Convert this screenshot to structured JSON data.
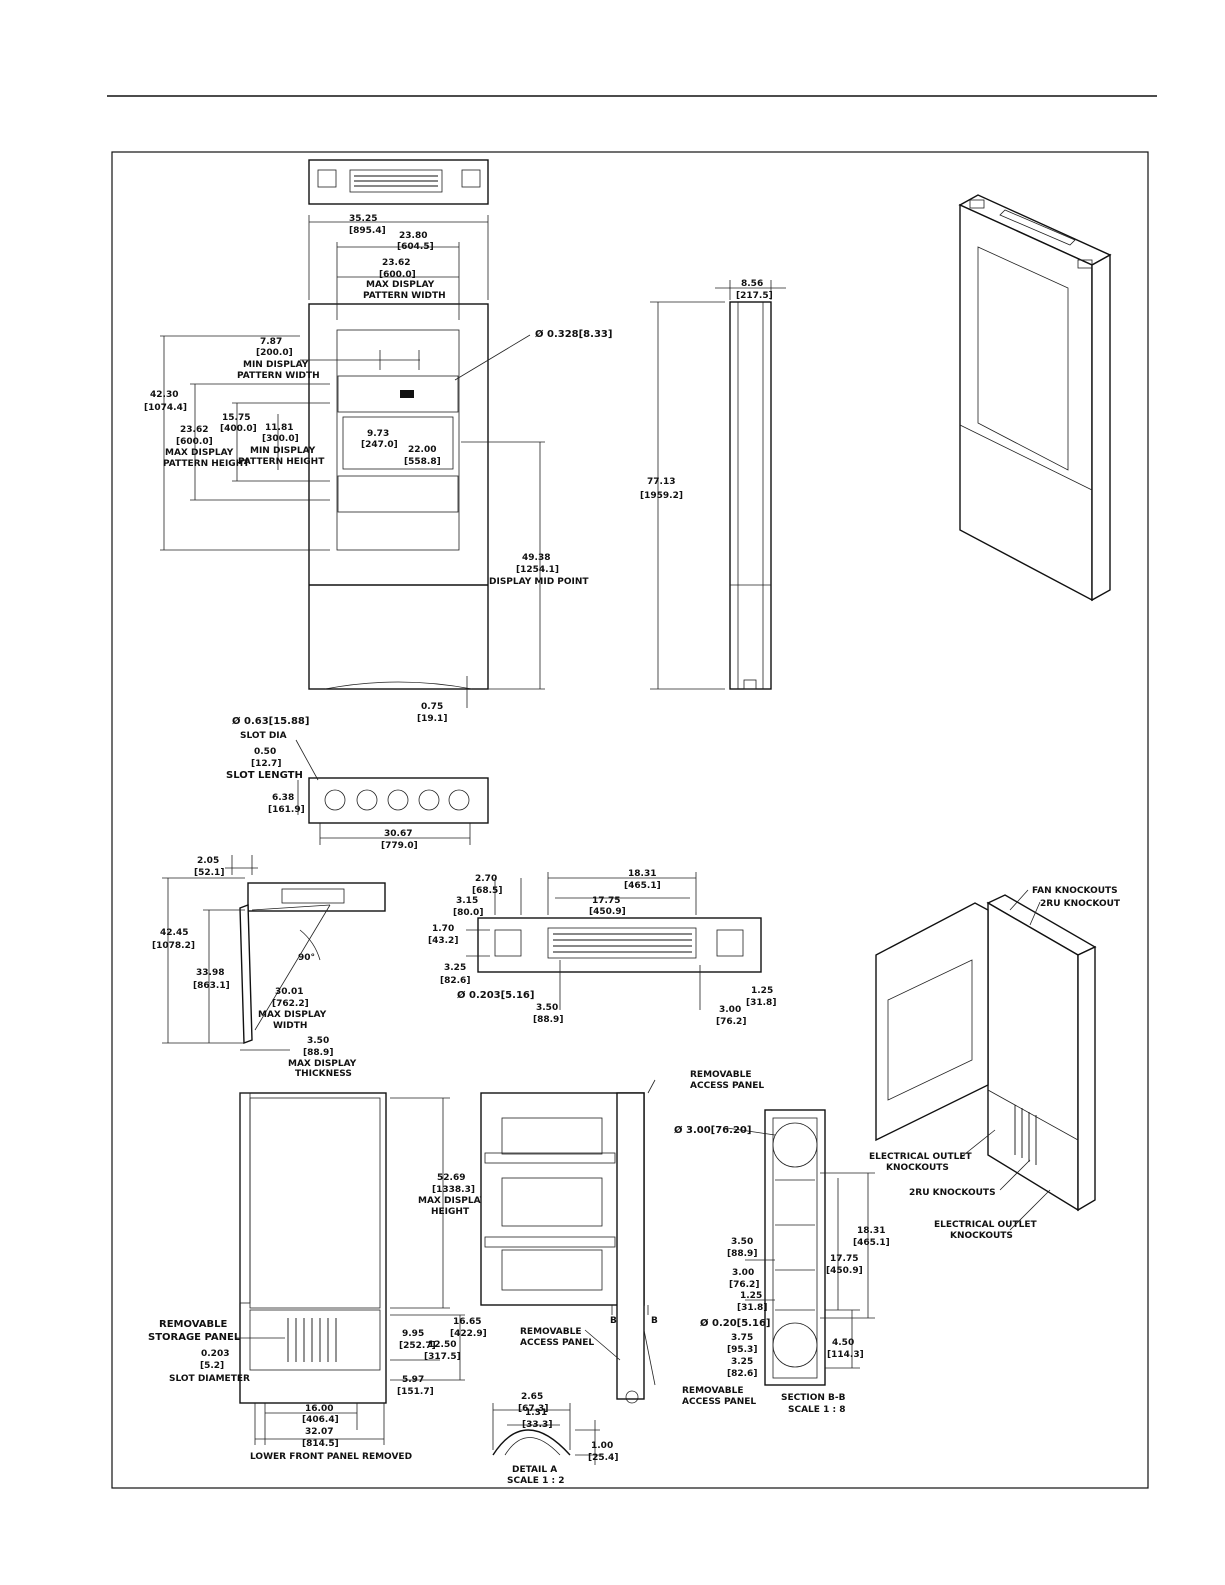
{
  "dims": {
    "top_w": "35.25",
    "top_w_mm": "[895.4]",
    "w238": "23.80",
    "w238_mm": "[604.5]",
    "w2362": "23.62",
    "w2362_mm": "[600.0]",
    "max_disp_w_1": "MAX DISPLAY",
    "max_disp_w_2": "PATTERN WIDTH",
    "min_w": "7.87",
    "min_w_mm": "[200.0]",
    "min_disp_w_1": "MIN DISPLAY",
    "min_disp_w_2": "PATTERN WIDTH",
    "hole": "0.328[8.33]",
    "h4230": "42.30",
    "h4230_mm": "[1074.4]",
    "h2362": "23.62",
    "h2362_mm": "[600.0]",
    "max_disp_h_1": "MAX DISPLAY",
    "max_disp_h_2": "PATTERN HEIGHT",
    "h1575": "15.75",
    "h1575_mm": "[400.0]",
    "h1181": "11.81",
    "h1181_mm": "[300.0]",
    "min_disp_h_1": "MIN DISPLAY",
    "min_disp_h_2": "PATTERN HEIGHT",
    "w973": "9.73",
    "w973_mm": "[247.0]",
    "w2200": "22.00",
    "w2200_mm": "[558.8]",
    "h4938": "49.38",
    "h4938_mm": "[1254.1]",
    "mid": "DISPLAY MID POINT",
    "h075": "0.75",
    "h075_mm": "[19.1]",
    "d856": "8.56",
    "d856_mm": "[217.5]",
    "h7713": "77.13",
    "h7713_mm": "[1959.2]",
    "slot_dia": "0.63[15.88]",
    "slot_dia_lbl": "SLOT DIA",
    "slot_len": "0.50",
    "slot_len_mm": "[12.7]",
    "slot_len_lbl": "SLOT LENGTH",
    "b638": "6.38",
    "b638_mm": "[161.9]",
    "b3067": "30.67",
    "b3067_mm": "[779.0]",
    "s205": "2.05",
    "s205_mm": "[52.1]",
    "s4245": "42.45",
    "s4245_mm": "[1078.2]",
    "s3398": "33.98",
    "s3398_mm": "[863.1]",
    "angle": "90°",
    "s3001": "30.01",
    "s3001_mm": "[762.2]",
    "s_maxw_1": "MAX DISPLAY",
    "s_maxw_2": "WIDTH",
    "s350": "3.50",
    "s350_mm": "[88.9]",
    "s_maxt_1": "MAX DISPLAY",
    "s_maxt_2": "THICKNESS",
    "t270": "2.70",
    "t270_mm": "[68.5]",
    "t1831": "18.31",
    "t1831_mm": "[465.1]",
    "t315": "3.15",
    "t315_mm": "[80.0]",
    "t1775": "17.75",
    "t1775_mm": "[450.9]",
    "t170": "1.70",
    "t170_mm": "[43.2]",
    "t325": "3.25",
    "t325_mm": "[82.6]",
    "t0203": "0.203[5.16]",
    "t350": "3.50",
    "t350_mm": "[88.9]",
    "t125": "1.25",
    "t125_mm": "[31.8]",
    "t300": "3.00",
    "t300_mm": "[76.2]",
    "fan_ko": "FAN KNOCKOUTS",
    "ru_ko": "2RU KNOCKOUT",
    "elec1_1": "ELECTRICAL OUTLET",
    "elec1_2": "KNOCKOUTS",
    "ru_kos": "2RU KNOCKOUTS",
    "elec2_1": "ELECTRICAL OUTLET",
    "elec2_2": "KNOCKOUTS",
    "f5269": "52.69",
    "f5269_mm": "[1338.3]",
    "f_maxh_1": "MAX DISPLAY",
    "f_maxh_2": "HEIGHT",
    "storage_1": "REMOVABLE",
    "storage_2": "STORAGE PANEL",
    "f0203": "0.203",
    "f0203_mm": "[5.2]",
    "slot_diam": "SLOT DIAMETER",
    "f995": "9.95",
    "f995_mm": "[252.7]",
    "f1665": "16.65",
    "f1665_mm": "[422.9]",
    "f1250": "12.50",
    "f1250_mm": "[317.5]",
    "f597": "5.97",
    "f597_mm": "[151.7]",
    "f1600": "16.00",
    "f1600_mm": "[406.4]",
    "f3207": "32.07",
    "f3207_mm": "[814.5]",
    "lower_removed": "LOWER FRONT PANEL REMOVED",
    "rap1_1": "REMOVABLE",
    "rap1_2": "ACCESS PANEL",
    "rap2_1": "REMOVABLE",
    "rap2_2": "ACCESS PANEL",
    "rap3_1": "REMOVABLE",
    "rap3_2": "ACCESS PANEL",
    "b_mark": "B",
    "a265": "2.65",
    "a265_mm": "[67.3]",
    "a131": "1.31",
    "a131_mm": "[33.3]",
    "a100": "1.00",
    "a100_mm": "[25.4]",
    "detail_a": "DETAIL A",
    "detail_a_scale": "SCALE 1 : 2",
    "k300": "3.00[76.20]",
    "k350": "3.50",
    "k350_mm": "[88.9]",
    "k300b": "3.00",
    "k300b_mm": "[76.2]",
    "k125": "1.25",
    "k125_mm": "[31.8]",
    "k020": "0.20[5.16]",
    "k375": "3.75",
    "k375_mm": "[95.3]",
    "k325": "3.25",
    "k325_mm": "[82.6]",
    "k1831": "18.31",
    "k1831_mm": "[465.1]",
    "k1775": "17.75",
    "k1775_mm": "[450.9]",
    "k450": "4.50",
    "k450_mm": "[114.3]",
    "section": "SECTION B-B",
    "section_scale": "SCALE 1 : 8"
  }
}
